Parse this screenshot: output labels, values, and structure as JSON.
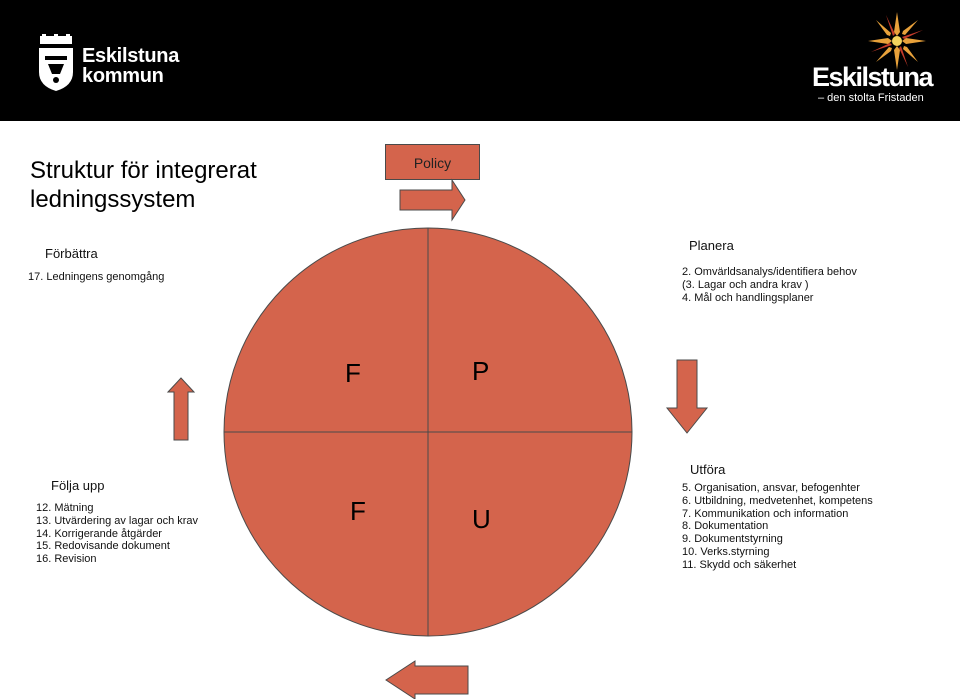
{
  "header": {
    "left_logo": {
      "line1": "Eskilstuna",
      "line2": "kommun"
    },
    "right_logo": {
      "name": "Eskilstuna",
      "tagline": "– den stolta Fristaden"
    }
  },
  "title": {
    "line1": "Struktur för integrerat",
    "line2": "ledningssystem"
  },
  "policy": "Policy",
  "colors": {
    "accent": "#d4644c",
    "header_bg": "#000000"
  },
  "quadrants": {
    "forbattra": {
      "heading": "Förbättra",
      "items": [
        "17. Ledningens genomgång"
      ]
    },
    "planera": {
      "heading": "Planera",
      "items": [
        "2. Omvärldsanalys/identifiera behov",
        "(3. Lagar och andra krav )",
        "4. Mål och handlingsplaner"
      ]
    },
    "folja_upp": {
      "heading": "Följa upp",
      "items": [
        "12. Mätning",
        "13. Utvärdering av lagar och  krav",
        "14. Korrigerande åtgärder",
        "15. Redovisande dokument",
        "16. Revision"
      ]
    },
    "utfora": {
      "heading": "Utföra",
      "items": [
        "5. Organisation, ansvar, befogenhter",
        "6. Utbildning, medvetenhet, kompetens",
        "7. Kommunikation och information",
        "8. Dokumentation",
        "9. Dokumentstyrning",
        "10. Verks.styrning",
        "11. Skydd och säkerhet"
      ]
    }
  },
  "circle_letters": {
    "top_left": "F",
    "top_right": "P",
    "bottom_left": "F",
    "bottom_right": "U"
  },
  "icons": [
    "crest-icon",
    "star-icon",
    "arrow-right-icon",
    "arrow-down-icon",
    "arrow-left-icon",
    "arrow-up-icon"
  ]
}
